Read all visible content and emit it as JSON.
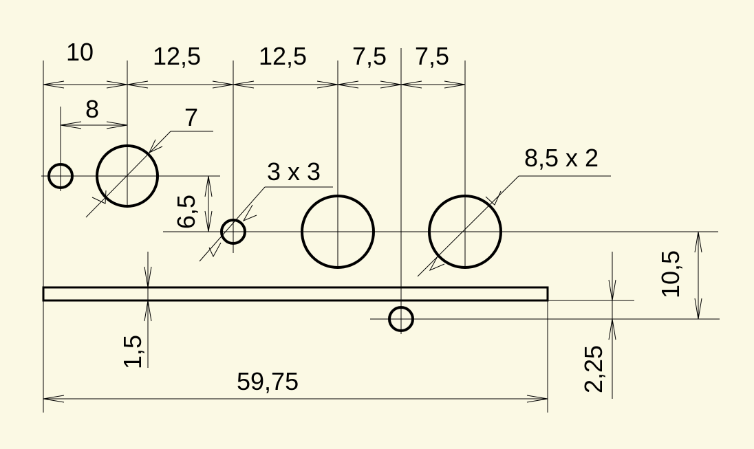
{
  "background": "#fbf9e4",
  "line_color": "#000000",
  "dimensions": {
    "top_1": "10",
    "top_2": "12,5",
    "top_3": "12,5",
    "top_4": "7,5",
    "top_5": "7,5",
    "offset_small_hole": "8",
    "diameter_7": "7",
    "vertical_6_5": "6,5",
    "holes_3x3": "3 x 3",
    "holes_8_5x2": "8,5 x 2",
    "vertical_10_5": "10,5",
    "plate_thickness": "1,5",
    "vertical_2_25": "2,25",
    "overall_length": "59,75"
  }
}
